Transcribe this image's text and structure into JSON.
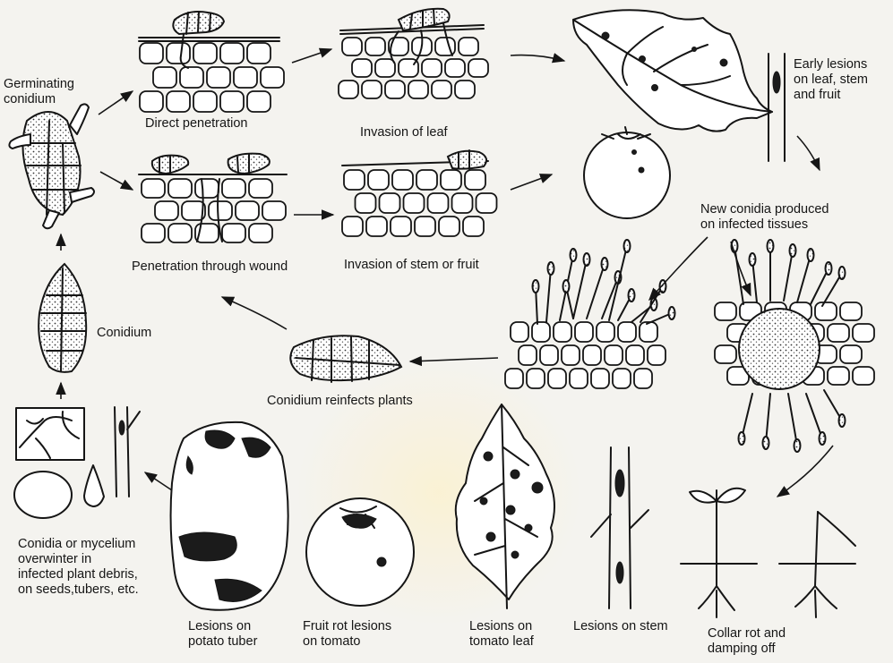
{
  "labels": {
    "germinating_conidium": "Germinating\nconidium",
    "direct_penetration": "Direct penetration",
    "invasion_of_leaf": "Invasion of leaf",
    "early_lesions": "Early lesions\non leaf, stem\nand fruit",
    "penetration_through_wound": "Penetration through wound",
    "invasion_of_stem_or_fruit": "Invasion of stem or fruit",
    "new_conidia": "New conidia produced\non infected tissues",
    "conidium": "Conidium",
    "conidium_reinfects": "Conidium reinfects plants",
    "overwinter": "Conidia or mycelium\noverwinter in\ninfected plant debris,\non seeds,tubers, etc.",
    "lesions_potato": "Lesions on\npotato tuber",
    "fruit_rot": "Fruit rot lesions\non tomato",
    "lesions_tomato_leaf": "Lesions on\ntomato leaf",
    "lesions_stem": "Lesions on stem",
    "collar_rot": "Collar rot and\ndamping off"
  }
}
